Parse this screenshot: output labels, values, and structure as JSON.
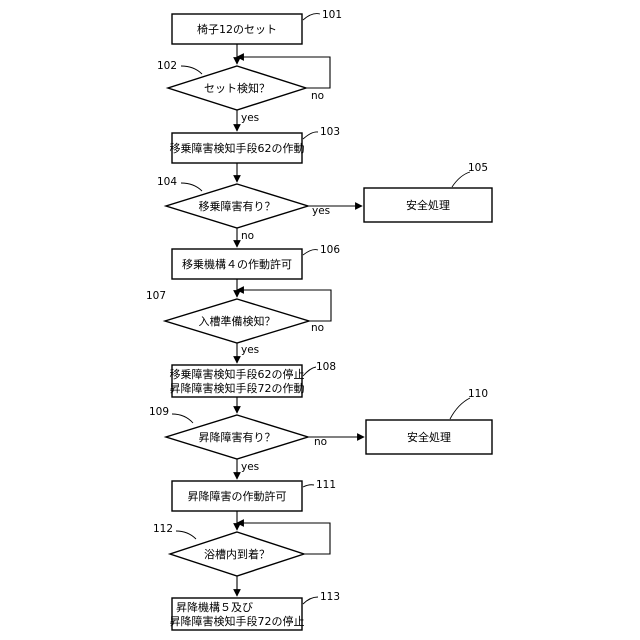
{
  "steps": {
    "s101": {
      "ref": "101",
      "label": "椅子12のセット"
    },
    "s102": {
      "ref": "102",
      "label": "セット検知？",
      "yes": "yes",
      "no": "no"
    },
    "s103": {
      "ref": "103",
      "label": "移乗障害検知手段62の作動"
    },
    "s104": {
      "ref": "104",
      "label": "移乗障害有り？",
      "yes": "yes",
      "no": "no"
    },
    "s105": {
      "ref": "105",
      "label": "安全処理"
    },
    "s106": {
      "ref": "106",
      "label": "移乗機構４の作動許可"
    },
    "s107": {
      "ref": "107",
      "label": "入槽準備検知？",
      "yes": "yes",
      "no": "no"
    },
    "s108": {
      "ref": "108",
      "line1": "移乗障害検知手段62の停止",
      "line2": "昇降障害検知手段72の作動"
    },
    "s109": {
      "ref": "109",
      "label": "昇降障害有り？",
      "yes": "yes",
      "no": "no"
    },
    "s110": {
      "ref": "110",
      "label": "安全処理"
    },
    "s111": {
      "ref": "111",
      "label": "昇降障害の作動許可"
    },
    "s112": {
      "ref": "112",
      "label": "浴槽内到着？"
    },
    "s113": {
      "ref": "113",
      "line1": "昇降機構５及び",
      "line2": "昇降障害検知手段72の停止"
    }
  }
}
